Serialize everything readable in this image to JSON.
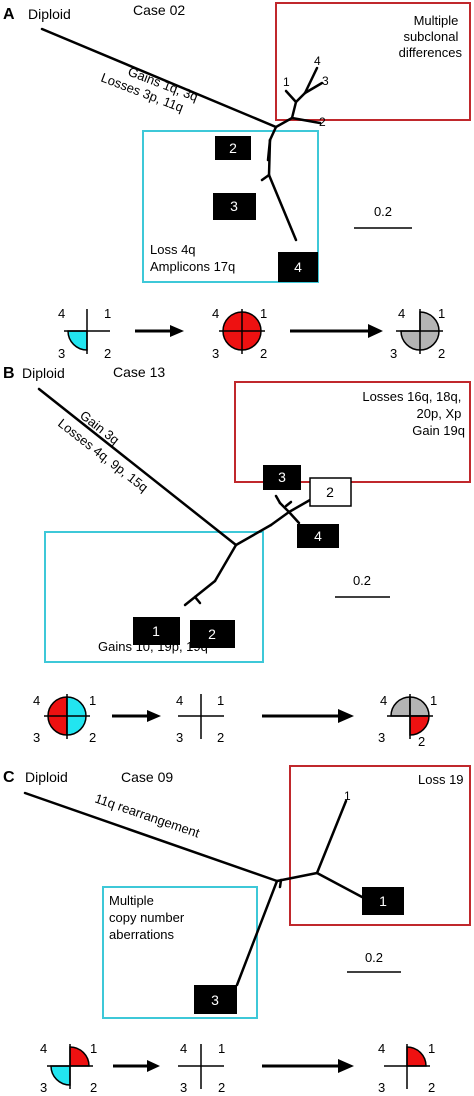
{
  "panels": [
    {
      "letter": "A",
      "root_label": "Diploid",
      "case_label": "Case 02",
      "trunk_label_1": "Gains 1q, 3q",
      "trunk_label_2": "Losses 3p, 11q",
      "red_box_text": [
        "Multiple",
        "subclonal",
        "differences"
      ],
      "cyan_box_text": [
        "Loss 4q",
        "Amplicons 17q"
      ],
      "scale_label": "0.2",
      "node_labels": [
        "1",
        "2",
        "3",
        "4",
        "2",
        "3",
        "4"
      ],
      "quadrant_labels": [
        "4",
        "1",
        "3",
        "2"
      ]
    },
    {
      "letter": "B",
      "root_label": "Diploid",
      "case_label": "Case 13",
      "trunk_label_1": "Gain 3q",
      "trunk_label_2": "Losses 4q, 9p, 15q",
      "red_box_text": [
        "Losses 16q, 18q,",
        "20p, Xp",
        "Gain 19q"
      ],
      "cyan_box_text": [
        "Gains 10, 19p, 19q"
      ],
      "scale_label": "0.2",
      "node_labels": [
        "3",
        "2",
        "4",
        "1",
        "2"
      ],
      "quadrant_labels": [
        "4",
        "1",
        "3",
        "2"
      ]
    },
    {
      "letter": "C",
      "root_label": "Diploid",
      "case_label": "Case 09",
      "trunk_label_1": "11q rearrangement",
      "red_box_text": [
        "Loss 19"
      ],
      "cyan_box_text": [
        "Multiple",
        "copy number",
        "aberrations"
      ],
      "scale_label": "0.2",
      "node_labels": [
        "1",
        "1",
        "3"
      ],
      "quadrant_labels": [
        "4",
        "1",
        "3",
        "2"
      ]
    }
  ],
  "colors": {
    "red_box": "#c0282c",
    "cyan_box": "#3ec8d8",
    "quadrant_cyan": "#22e5f0",
    "quadrant_red": "#ee1111",
    "quadrant_gray": "#b4b4b4"
  }
}
